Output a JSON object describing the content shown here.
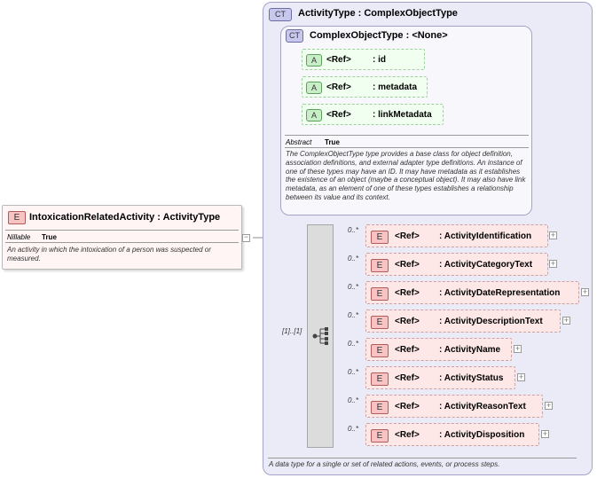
{
  "element": {
    "badge": "E",
    "name": "IntoxicationRelatedActivity",
    "type_label": ": ActivityType",
    "nillable_key": "Nillable",
    "nillable_value": "True",
    "documentation": "An activity in which the intoxication of a person was suspected or measured."
  },
  "complex_type": {
    "badge": "CT",
    "title": "ActivityType : ComplexObjectType",
    "documentation": "A data type for a single or set of related actions, events, or process steps."
  },
  "base_type": {
    "badge": "CT",
    "title": "ComplexObjectType : <None>",
    "abstract_key": "Abstract",
    "abstract_value": "True",
    "documentation": "The ComplexObjectType type provides a base class for object definition, association definitions, and external adapter type definitions. An instance of one of these types may have an ID. It may have metadata as it establishes the existence of an object (maybe a conceptual object). It may also have link metadata, as an element of one of these types establishes a relationship between its value and its context.",
    "attributes": [
      {
        "badge": "A",
        "ref": "<Ref>",
        "name": ": id"
      },
      {
        "badge": "A",
        "ref": "<Ref>",
        "name": ": metadata"
      },
      {
        "badge": "A",
        "ref": "<Ref>",
        "name": ": linkMetadata"
      }
    ]
  },
  "sequence": {
    "occurrence": "[1]..[1]"
  },
  "children": [
    {
      "badge": "E",
      "ref": "<Ref>",
      "name": ": ActivityIdentification",
      "occurrence": "0..*"
    },
    {
      "badge": "E",
      "ref": "<Ref>",
      "name": ": ActivityCategoryText",
      "occurrence": "0..*"
    },
    {
      "badge": "E",
      "ref": "<Ref>",
      "name": ": ActivityDateRepresentation",
      "occurrence": "0..*"
    },
    {
      "badge": "E",
      "ref": "<Ref>",
      "name": ": ActivityDescriptionText",
      "occurrence": "0..*"
    },
    {
      "badge": "E",
      "ref": "<Ref>",
      "name": ": ActivityName",
      "occurrence": "0..*"
    },
    {
      "badge": "E",
      "ref": "<Ref>",
      "name": ": ActivityStatus",
      "occurrence": "0..*"
    },
    {
      "badge": "E",
      "ref": "<Ref>",
      "name": ": ActivityReasonText",
      "occurrence": "0..*"
    },
    {
      "badge": "E",
      "ref": "<Ref>",
      "name": ": ActivityDisposition",
      "occurrence": "0..*"
    }
  ],
  "colors": {
    "element_fill": "#fde7e7",
    "attribute_fill": "#f0fff0",
    "complex_type_fill": "#ebebf8"
  }
}
